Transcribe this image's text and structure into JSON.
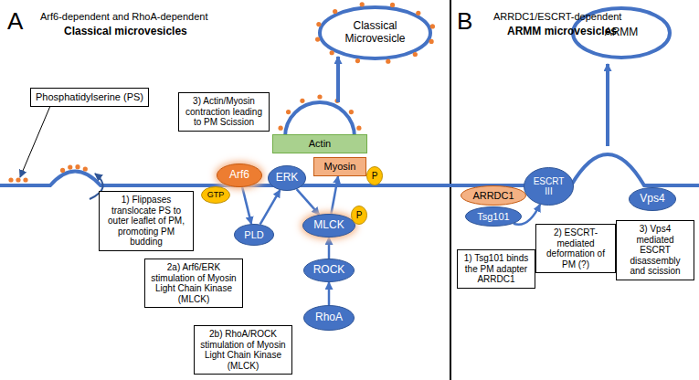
{
  "diagram": {
    "nodes": [
      {
        "text": [
          "Classical Microvesicle"
        ]
      },
      {
        "text": [
          "Phosphatidylserine (PS)"
        ]
      },
      {
        "text": [
          "3) Actin/Myosin contraction leading to PM Scission"
        ]
      },
      {
        "text": [
          "Actin"
        ]
      },
      {
        "text": [
          "Myosin"
        ]
      },
      {
        "text": [
          "P"
        ]
      },
      {
        "text": [
          "Arf6"
        ]
      },
      {
        "text": [
          "ERK"
        ]
      },
      {
        "text": [
          "GTP"
        ]
      },
      {
        "text": [
          "1) Flippases translocate PS to outer leaflet of PM, promoting PM budding"
        ]
      },
      {
        "text": [
          "PLD"
        ]
      },
      {
        "text": [
          "MLCK"
        ]
      },
      {
        "text": [
          "P"
        ]
      },
      {
        "text": [
          "2a) Arf6/ERK stimulation of Myosin Light Chain Kinase (MLCK)"
        ]
      },
      {
        "text": [
          "ROCK"
        ]
      },
      {
        "text": [
          "2b) RhoA/ROCK stimulation of Myosin Light Chain Kinase (MLCK)"
        ]
      },
      {
        "text": [
          "RhoA"
        ]
      },
      {
        "text": [
          "ARMM"
        ]
      },
      {
        "text": [
          "ARRDC1"
        ]
      },
      {
        "text": [
          "ESCRT III"
        ]
      },
      {
        "text": [
          "Tsg101"
        ]
      },
      {
        "text": [
          "1) Tsg101 binds the PM adapter ARRDC1"
        ]
      },
      {
        "text": [
          "2) ESCRT-mediated deformation of PM (?)"
        ]
      },
      {
        "text": [
          "Vps4"
        ]
      },
      {
        "text": [
          "3) Vps4 mediated ESCRT disassembly and scission"
        ]
      }
    ],
    "edges": [
      {
        "from": 6,
        "to": 10,
        "arrow": "to"
      },
      {
        "from": 10,
        "to": 7,
        "arrow": "to"
      },
      {
        "from": 7,
        "to": 11,
        "arrow": "to"
      },
      {
        "from": 16,
        "to": 14,
        "arrow": "to"
      },
      {
        "from": 14,
        "to": 11,
        "arrow": "to"
      },
      {
        "from": 11,
        "to": 4,
        "arrow": "to"
      },
      {
        "from": 20,
        "to": 19,
        "arrow": "to"
      }
    ],
    "labels": [
      "A",
      "Arf6-dependent and RhoA-dependent",
      "Classical microvesicles",
      "B",
      "ARRDC1/ESCRT-dependent",
      "ARMM microvesicles"
    ]
  }
}
